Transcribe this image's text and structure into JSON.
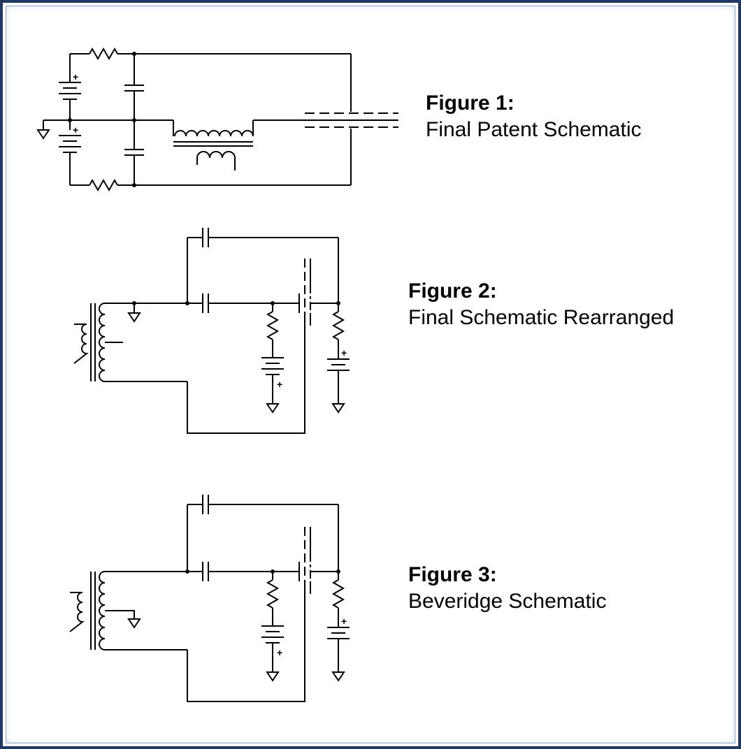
{
  "figures": [
    {
      "title": "Figure 1:",
      "subtitle": "Final Patent Schematic"
    },
    {
      "title": "Figure 2:",
      "subtitle": "Final Schematic Rearranged"
    },
    {
      "title": "Figure 3:",
      "subtitle": "Beveridge Schematic"
    }
  ],
  "plus_sign": "+",
  "colors": {
    "border": "#1f3864",
    "ink": "#000000"
  }
}
